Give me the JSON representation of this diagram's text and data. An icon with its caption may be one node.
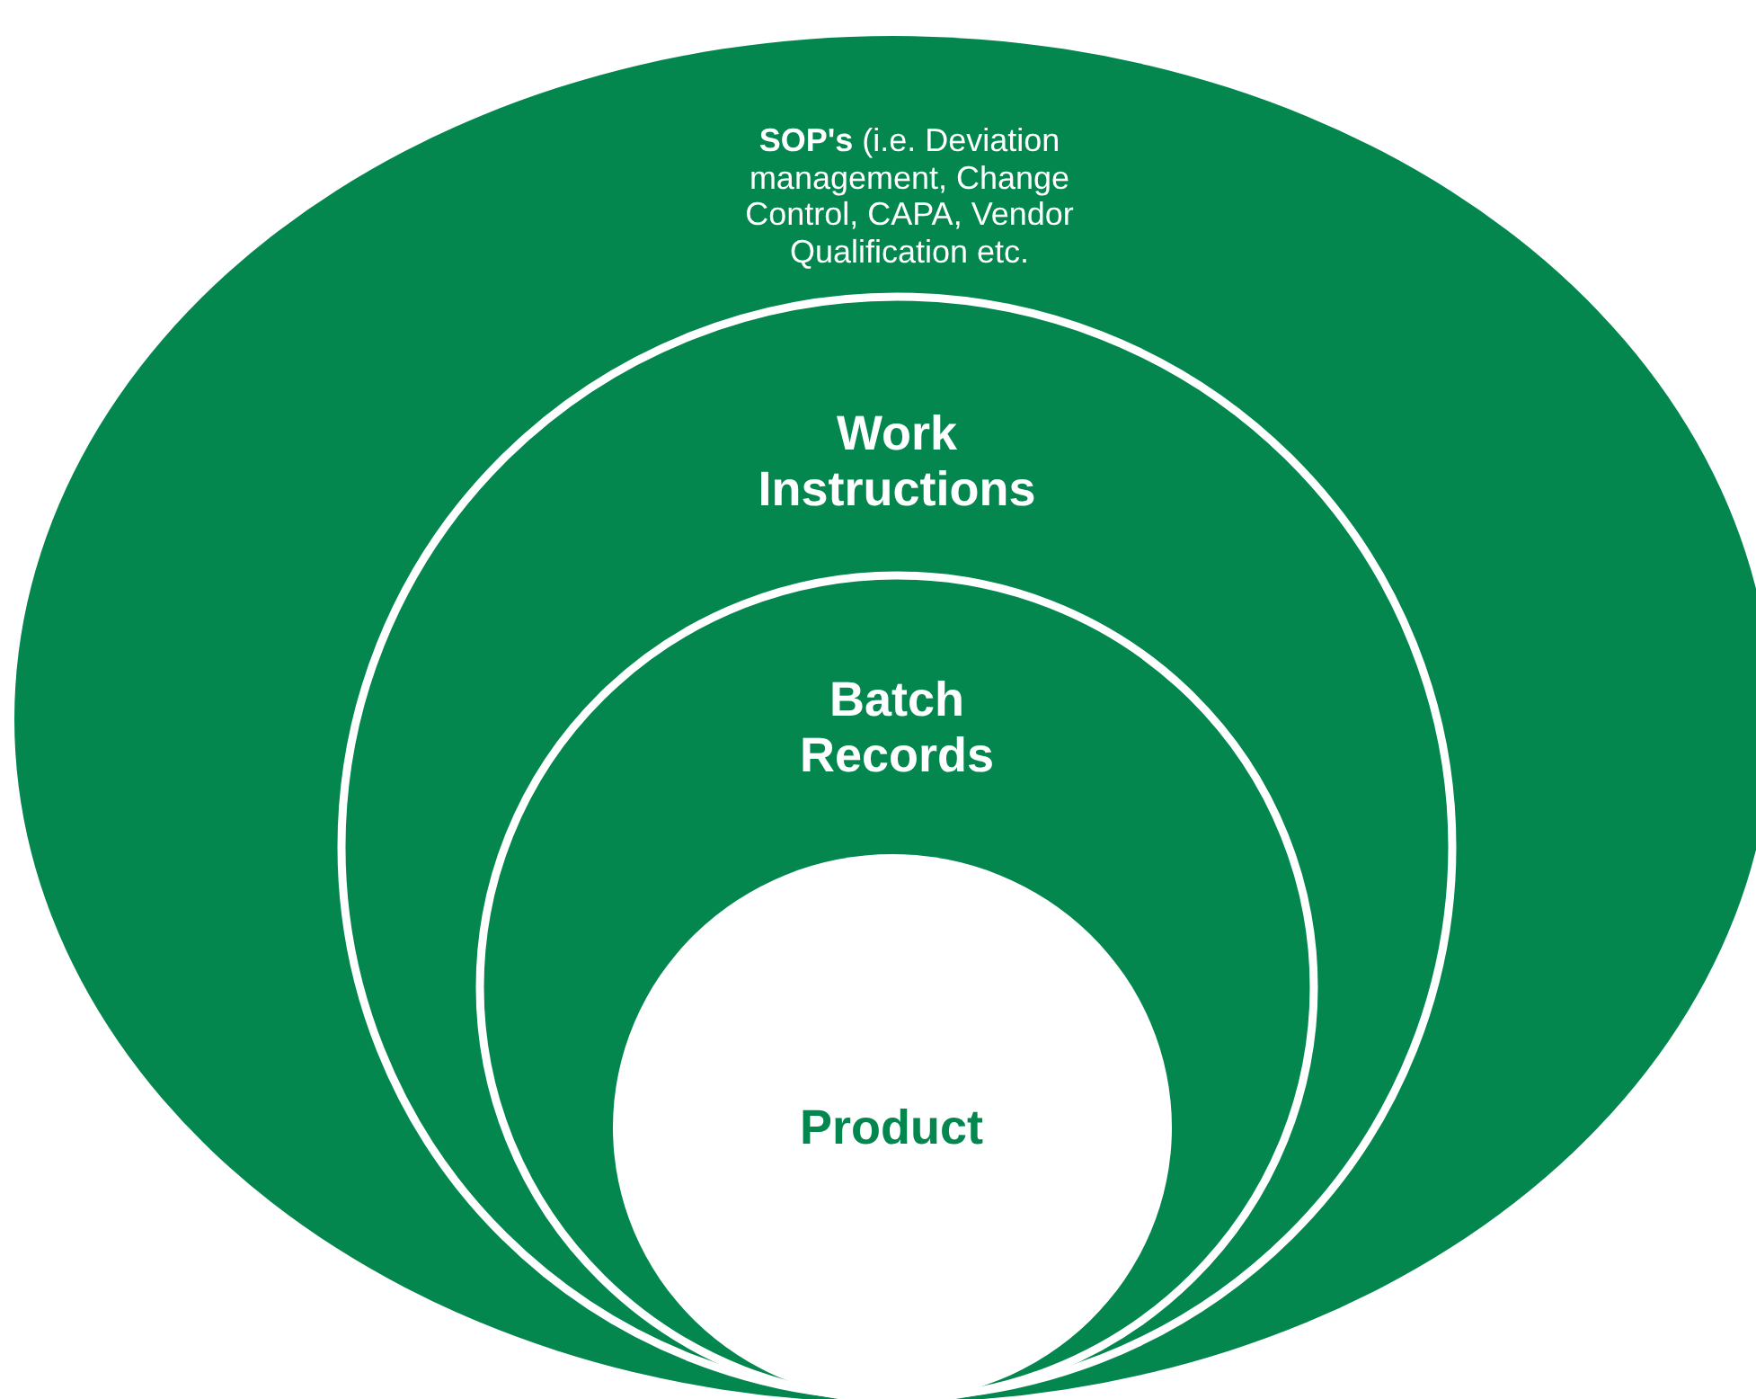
{
  "diagram": {
    "nodes": [
      {
        "text": [
          "**SOP's** (i.e. Deviation management, Change Control, CAPA, Vendor Qualification etc."
        ]
      },
      {
        "text": [
          "Work Instructions"
        ],
        "in": 0
      },
      {
        "text": [
          "Batch Records"
        ],
        "in": 1
      },
      {
        "text": [
          "Product"
        ],
        "in": 2
      }
    ]
  }
}
